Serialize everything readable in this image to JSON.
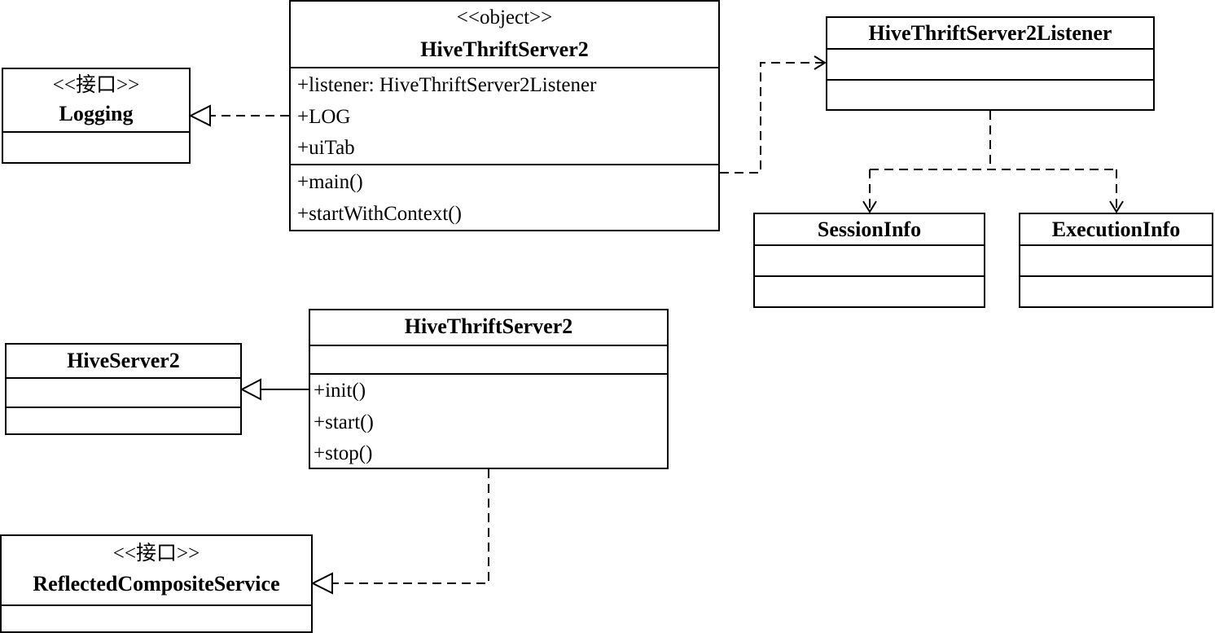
{
  "classes": {
    "logging": {
      "stereotype": "<<接口>>",
      "name": "Logging"
    },
    "hts2_object": {
      "stereotype": "<<object>>",
      "name": "HiveThriftServer2",
      "attributes": [
        "+listener: HiveThriftServer2Listener",
        "+LOG",
        "+uiTab"
      ],
      "methods": [
        "+main()",
        "+startWithContext()"
      ]
    },
    "listener": {
      "name": "HiveThriftServer2Listener"
    },
    "session_info": {
      "name": "SessionInfo"
    },
    "execution_info": {
      "name": "ExecutionInfo"
    },
    "hiveserver2": {
      "name": "HiveServer2"
    },
    "hts2_class": {
      "name": "HiveThriftServer2",
      "methods": [
        "+init()",
        "+start()",
        "+stop()"
      ]
    },
    "reflected": {
      "stereotype": "<<接口>>",
      "name": "ReflectedCompositeService"
    }
  },
  "colors": {
    "line": "#000000",
    "background": "#ffffff"
  }
}
